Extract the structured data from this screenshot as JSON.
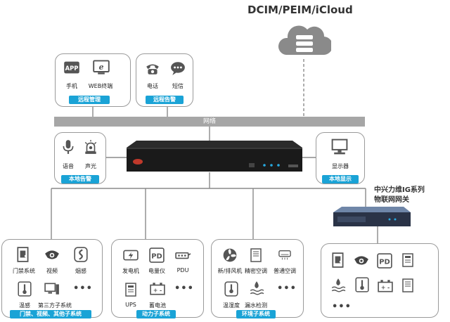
{
  "header": {
    "title": "DCIM/PEIM/iCloud"
  },
  "network_bar": {
    "label": "网络"
  },
  "remote_mgmt": {
    "caption": "远程管理",
    "items": [
      {
        "label": "手机",
        "icon": "app-icon"
      },
      {
        "label": "WEB终端",
        "icon": "browser-icon"
      }
    ]
  },
  "remote_alarm": {
    "caption": "远程告警",
    "items": [
      {
        "label": "电话",
        "icon": "phone-icon"
      },
      {
        "label": "短信",
        "icon": "sms-icon"
      }
    ]
  },
  "local_alarm": {
    "caption": "本地告警",
    "items": [
      {
        "label": "语音",
        "icon": "microphone-icon"
      },
      {
        "label": "声光",
        "icon": "alarm-light-icon"
      }
    ]
  },
  "local_display": {
    "caption": "本地显示",
    "items": [
      {
        "label": "显示器",
        "icon": "monitor-icon"
      }
    ]
  },
  "gateway": {
    "label_line1": "中兴力维IG系列",
    "label_line2": "物联网网关"
  },
  "subsystems": {
    "access": {
      "caption": "门禁、视频、其他子系统",
      "items": [
        {
          "label": "门禁系统",
          "icon": "door-access-icon"
        },
        {
          "label": "视频",
          "icon": "camera-icon"
        },
        {
          "label": "烟感",
          "icon": "smoke-detector-icon"
        },
        {
          "label": "温感",
          "icon": "thermometer-icon"
        },
        {
          "label": "第三方子系统",
          "icon": "third-party-icon"
        }
      ],
      "more": "•••"
    },
    "power": {
      "caption": "动力子系统",
      "items": [
        {
          "label": "发电机",
          "icon": "generator-icon"
        },
        {
          "label": "电量仪",
          "icon": "power-meter-icon"
        },
        {
          "label": "PDU",
          "icon": "pdu-icon"
        },
        {
          "label": "UPS",
          "icon": "ups-icon"
        },
        {
          "label": "蓄电池",
          "icon": "battery-icon"
        }
      ],
      "more": "•••"
    },
    "environment": {
      "caption": "环境子系统",
      "items": [
        {
          "label": "新/排风机",
          "icon": "fan-icon"
        },
        {
          "label": "精密空调",
          "icon": "precision-ac-icon"
        },
        {
          "label": "普通空调",
          "icon": "ac-icon"
        },
        {
          "label": "温湿度",
          "icon": "temp-humidity-icon"
        },
        {
          "label": "漏水检测",
          "icon": "water-leak-icon"
        }
      ],
      "more": "•••"
    },
    "gateway_devices": {
      "more": "•••"
    }
  },
  "colors": {
    "caption_bg": "#1aa3d6",
    "network_bar": "#a6a6a6",
    "cloud": "#8a8a8a",
    "border": "#9a9a9a"
  }
}
